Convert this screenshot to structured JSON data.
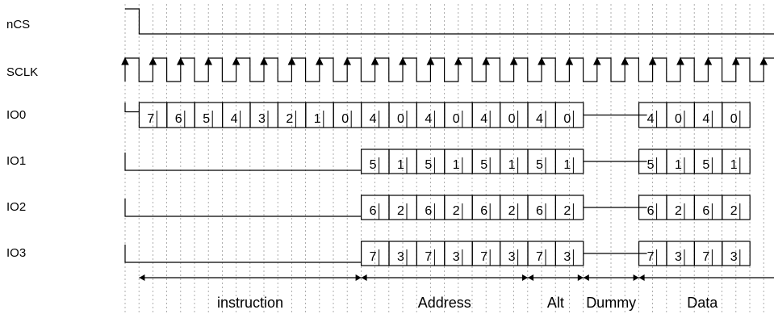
{
  "signals": [
    {
      "id": "ncs",
      "label": "nCS"
    },
    {
      "id": "sclk",
      "label": "SCLK"
    },
    {
      "id": "io0",
      "label": "IO0"
    },
    {
      "id": "io1",
      "label": "IO1"
    },
    {
      "id": "io2",
      "label": "IO2"
    },
    {
      "id": "io3",
      "label": "IO3"
    }
  ],
  "lanes": {
    "io0": {
      "instruction": [
        "7",
        "6",
        "5",
        "4",
        "3",
        "2",
        "1",
        "0"
      ],
      "address": [
        "4",
        "0",
        "4",
        "0",
        "4",
        "0",
        "4",
        "0"
      ],
      "data": [
        "4",
        "0",
        "4",
        "0"
      ]
    },
    "io1": {
      "address": [
        "5",
        "1",
        "5",
        "1",
        "5",
        "1",
        "5",
        "1"
      ],
      "data": [
        "5",
        "1",
        "5",
        "1"
      ]
    },
    "io2": {
      "address": [
        "6",
        "2",
        "6",
        "2",
        "6",
        "2",
        "6",
        "2"
      ],
      "data": [
        "6",
        "2",
        "6",
        "2"
      ]
    },
    "io3": {
      "address": [
        "7",
        "3",
        "7",
        "3",
        "7",
        "3",
        "7",
        "3"
      ],
      "data": [
        "7",
        "3",
        "7",
        "3"
      ]
    }
  },
  "phases": [
    {
      "id": "instruction",
      "label": "instruction"
    },
    {
      "id": "address",
      "label": "Address"
    },
    {
      "id": "alt",
      "label": "Alt"
    },
    {
      "id": "dummy",
      "label": "Dummy"
    },
    {
      "id": "data",
      "label": "Data"
    }
  ],
  "colors": {
    "line": "#000000",
    "grid": "#9a9a9a",
    "background": "#ffffff"
  }
}
